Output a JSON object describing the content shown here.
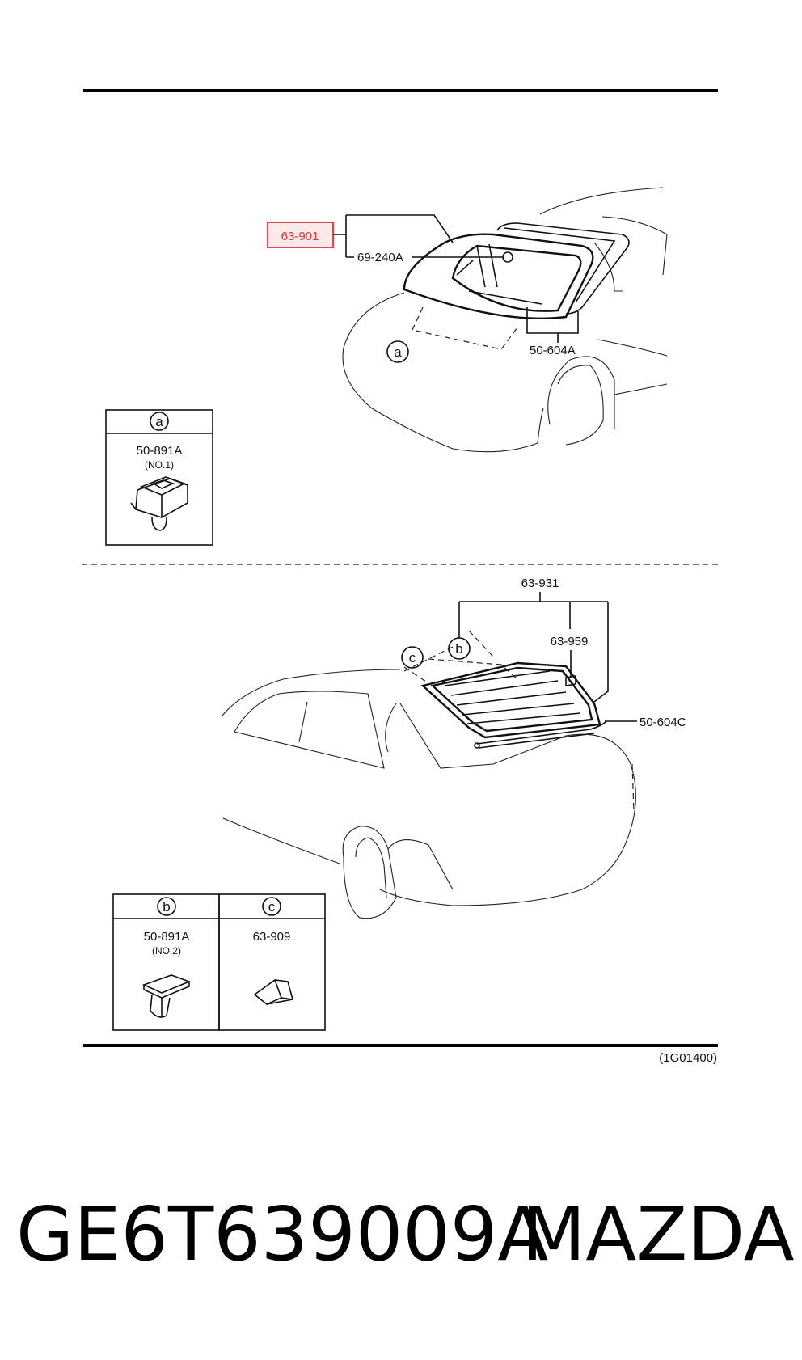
{
  "callouts": {
    "main_glass": "63-901",
    "mark": "69-240A",
    "molding_top": "50-604A",
    "back_glass": "63-931",
    "bracket": "63-959",
    "molding_bottom": "50-604C"
  },
  "circle_marks": {
    "a": "a",
    "b": "b",
    "c": "c"
  },
  "box_a": {
    "label": "a",
    "part": "50-891A",
    "note": "(NO.1)"
  },
  "box_b": {
    "label": "b",
    "part": "50-891A",
    "note": "(NO.2)"
  },
  "box_c": {
    "label": "c",
    "part": "63-909"
  },
  "figure_ref": "(1G01400)",
  "footer": {
    "part_number": "GE6T639009A",
    "brand": "MAZDA"
  },
  "highlight_color": "#e0303a"
}
